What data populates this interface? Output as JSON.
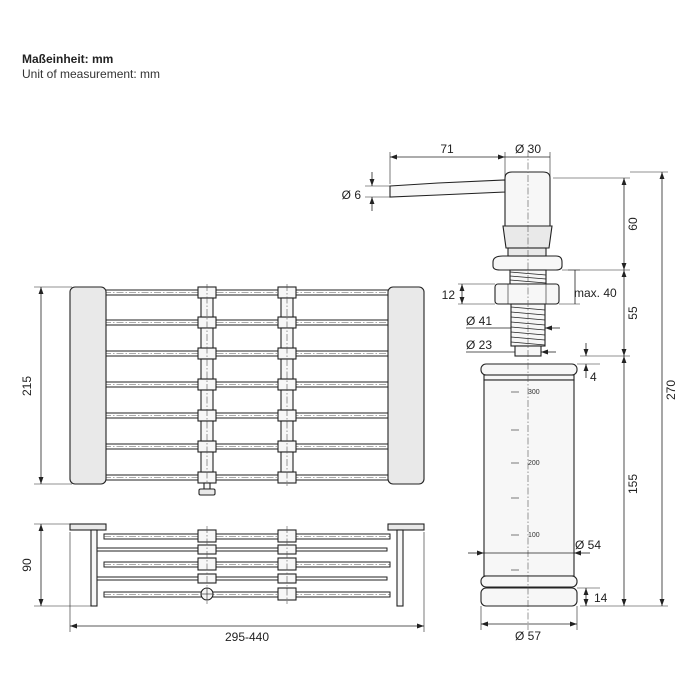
{
  "header": {
    "unit_de": "Maßeinheit: mm",
    "unit_en": "Unit of measurement: mm"
  },
  "dimensions": {
    "spout_length": "71",
    "head_diameter": "Ø 30",
    "spout_diameter": "Ø 6",
    "head_height": "60",
    "nut_height": "12",
    "max_thickness": "max. 40",
    "thread_diameter": "Ø 41",
    "tube_diameter": "Ø 23",
    "shank_length": "55",
    "rim_height": "4",
    "bottle_height": "155",
    "total_height": "270",
    "bottle_inner_diameter": "Ø 54",
    "base_height": "14",
    "bottle_diameter": "Ø 57",
    "rack_depth": "215",
    "rack_height": "90",
    "rack_width": "295-440"
  },
  "scale_marks": [
    "300",
    "200",
    "100"
  ]
}
